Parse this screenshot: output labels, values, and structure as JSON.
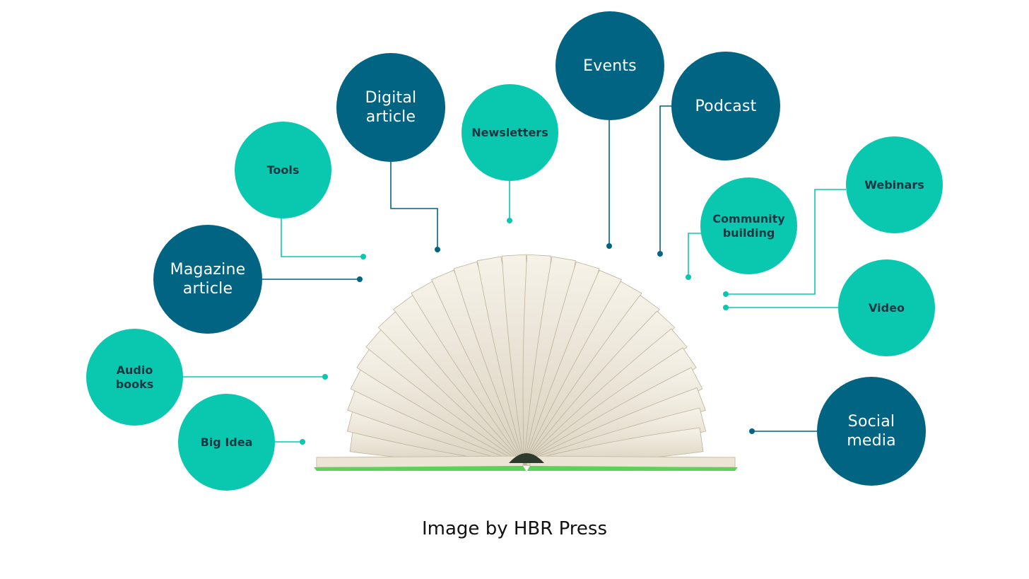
{
  "caption": "Image by HBR Press",
  "colors": {
    "dark_bubble": "#006482",
    "light_bubble": "#0ac8b0",
    "dark_text": "#ffffff",
    "light_text": "#123843",
    "book_cover": "#5fd05a",
    "pages": "#efe9dc"
  },
  "bubbles": {
    "events": "Events",
    "podcast": "Podcast",
    "digital_article": "Digital\narticle",
    "newsletters": "Newsletters",
    "tools": "Tools",
    "magazine_article": "Magazine\narticle",
    "audio_books": "Audio\nbooks",
    "big_idea": "Big Idea",
    "community_building": "Community\nbuilding",
    "webinars": "Webinars",
    "video": "Video",
    "social_media": "Social\nmedia"
  },
  "center_image": "open-book"
}
